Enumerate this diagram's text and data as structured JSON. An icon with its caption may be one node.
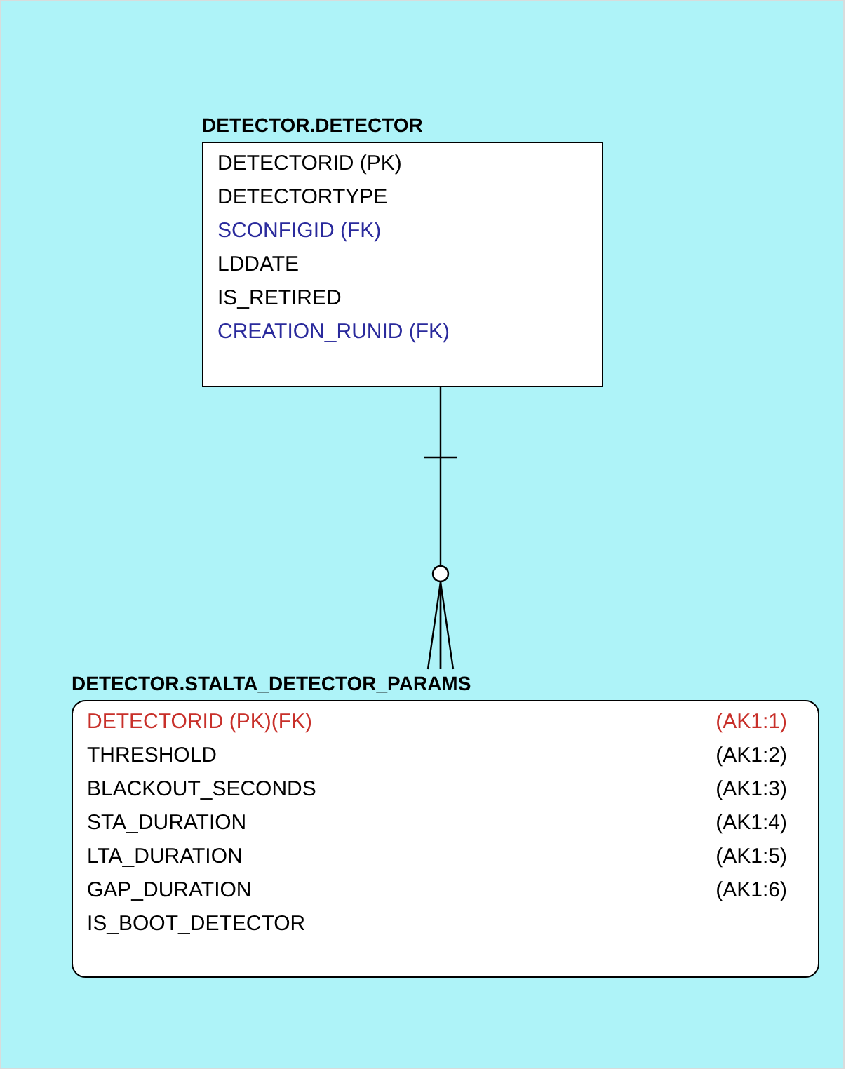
{
  "diagram": {
    "nodes": [
      {
        "text": [
          "DETECTOR.DETECTOR",
          "DETECTORID (PK)",
          "DETECTORTYPE",
          "SCONFIGID (FK)",
          "LDDATE",
          "IS_RETIRED",
          "CREATION_RUNID (FK)"
        ]
      },
      {
        "text": [
          "DETECTOR.STALTA_DETECTOR_PARAMS",
          "DETECTORID (PK)(FK)",
          "(AK1:1)",
          "THRESHOLD",
          "(AK1:2)",
          "BLACKOUT_SECONDS",
          "(AK1:3)",
          "STA_DURATION",
          "(AK1:4)",
          "LTA_DURATION",
          "(AK1:5)",
          "GAP_DURATION",
          "(AK1:6)",
          "IS_BOOT_DETECTOR"
        ]
      }
    ],
    "edges": [
      {
        "from": 0,
        "to": 1,
        "arrow": "other"
      }
    ]
  }
}
